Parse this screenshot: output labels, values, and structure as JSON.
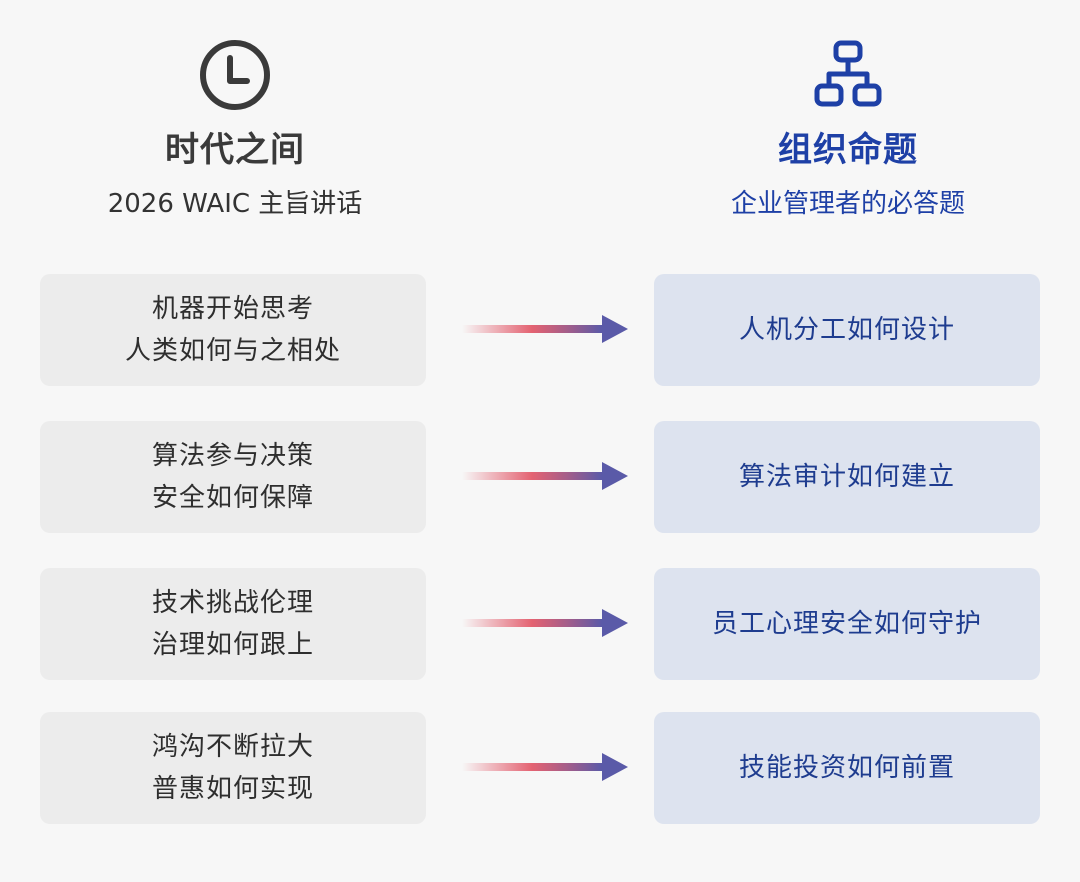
{
  "left_header": {
    "icon": "clock-icon",
    "title": "时代之间",
    "subtitle": "2026 WAIC 主旨讲话"
  },
  "right_header": {
    "icon": "org-chart-icon",
    "title": "组织命题",
    "subtitle": "企业管理者的必答题"
  },
  "rows": [
    {
      "left": [
        "机器开始思考",
        "人类如何与之相处"
      ],
      "right": "人机分工如何设计"
    },
    {
      "left": [
        "算法参与决策",
        "安全如何保障"
      ],
      "right": "算法审计如何建立"
    },
    {
      "left": [
        "技术挑战伦理",
        "治理如何跟上"
      ],
      "right": "员工心理安全如何守护"
    },
    {
      "left": [
        "鸿沟不断拉大",
        "普惠如何实现"
      ],
      "right": "技能投资如何前置"
    }
  ],
  "colors": {
    "background": "#f7f7f7",
    "left_card": "#ececec",
    "right_card": "#dde3ef",
    "accent_blue": "#1e40a6",
    "arrow_red": "#e0485a",
    "arrow_purple": "#5a5aa8"
  }
}
